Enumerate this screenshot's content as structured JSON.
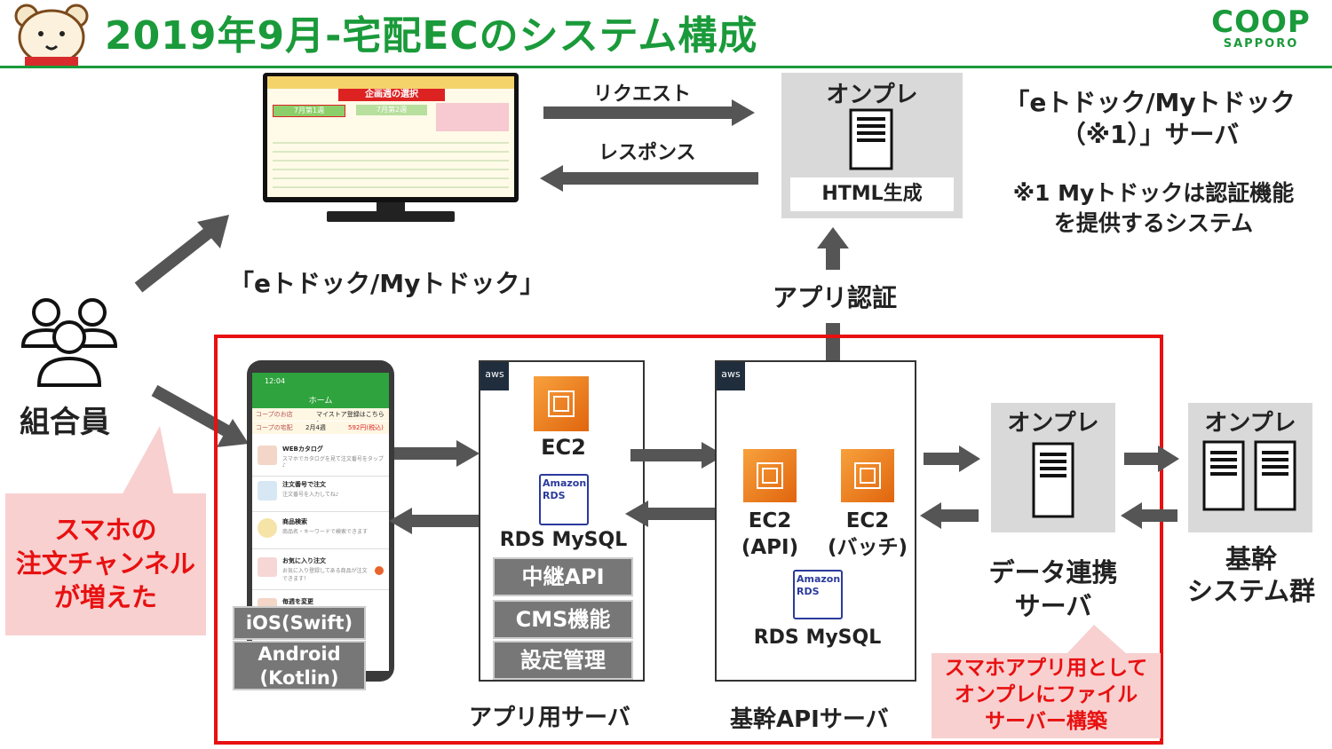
{
  "title": "2019年9月-宅配ECのシステム構成",
  "logo": {
    "main": "COOP",
    "sub": "SAPPORO"
  },
  "top": {
    "request": "リクエスト",
    "response": "レスポンス",
    "web_label": "「eトドック/Myトドック」",
    "onpre_title": "オンプレ",
    "html_gen": "HTML生成",
    "server_name_line1": "「eトドック/Myトドック",
    "server_name_line2": "（※1）」サーバ",
    "note_line1": "※1 Myトドックは認証機能",
    "note_line2": "を提供するシステム",
    "app_auth": "アプリ認証"
  },
  "screenshot": {
    "title": "企画週の選択",
    "week1": "7月第1週",
    "week2": "7月第2週"
  },
  "member": {
    "label": "組合員"
  },
  "callout_left": {
    "line1": "スマホの",
    "line2": "注文チャンネル",
    "line3": "が増えた"
  },
  "phone": {
    "time": "12:04",
    "header": "ホーム",
    "store": "コープのお店",
    "mystore": "マイストア登録はこちら ＞",
    "delivery": "コープの宅配",
    "week": "2月4週",
    "price": "592円(税込)",
    "items": [
      {
        "title": "WEBカタログ",
        "desc": "スマホでカタログを見て注文番号をタップ♪"
      },
      {
        "title": "注文番号で注文",
        "desc": "注文番号を入力してね♪"
      },
      {
        "title": "商品検索",
        "desc": "商品名・キーワードで検索できます"
      },
      {
        "title": "お気に入り注文",
        "desc": "お気に入り登録してある商品が注文できます！"
      },
      {
        "title": "毎週を変更",
        "desc": ""
      }
    ],
    "ios": "iOS(Swift)",
    "android_line1": "Android",
    "android_line2": "(Kotlin)"
  },
  "app_server": {
    "aws": "aws",
    "ec2": "EC2",
    "rds_brand_line1": "Amazon",
    "rds_brand_line2": "RDS",
    "rds": "RDS MySQL",
    "buttons": [
      "中継API",
      "CMS機能",
      "設定管理"
    ],
    "label": "アプリ用サーバ"
  },
  "core_api_server": {
    "aws": "aws",
    "ec2_api_line1": "EC2",
    "ec2_api_line2": "(API)",
    "ec2_batch_line1": "EC2",
    "ec2_batch_line2": "(バッチ)",
    "rds_brand_line1": "Amazon",
    "rds_brand_line2": "RDS",
    "rds": "RDS MySQL",
    "label": "基幹APIサーバ"
  },
  "data_server": {
    "onpre": "オンプレ",
    "label_line1": "データ連携",
    "label_line2": "サーバ"
  },
  "core_system": {
    "onpre": "オンプレ",
    "label_line1": "基幹",
    "label_line2": "システム群"
  },
  "callout_right": {
    "line1": "スマホアプリ用として",
    "line2": "オンプレにファイル",
    "line3": "サーバー構築"
  },
  "colors": {
    "brand_green": "#1a9a3a",
    "frame_red": "#e81010",
    "arrow": "#555555",
    "callout_bg": "#f8d0d0"
  }
}
